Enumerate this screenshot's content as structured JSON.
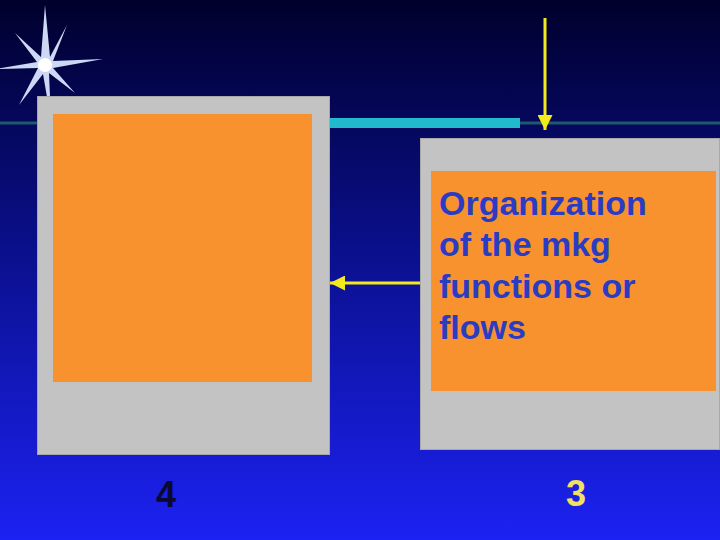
{
  "diagram": {
    "nodes": [
      {
        "text": [
          "4"
        ]
      },
      {
        "text": [
          "3"
        ]
      },
      {
        "text": [
          "Organization of the mkg functions or flows"
        ],
        "in": 1
      }
    ],
    "edges": [
      {
        "from": 1,
        "to": 0,
        "arrow": "to"
      }
    ]
  }
}
